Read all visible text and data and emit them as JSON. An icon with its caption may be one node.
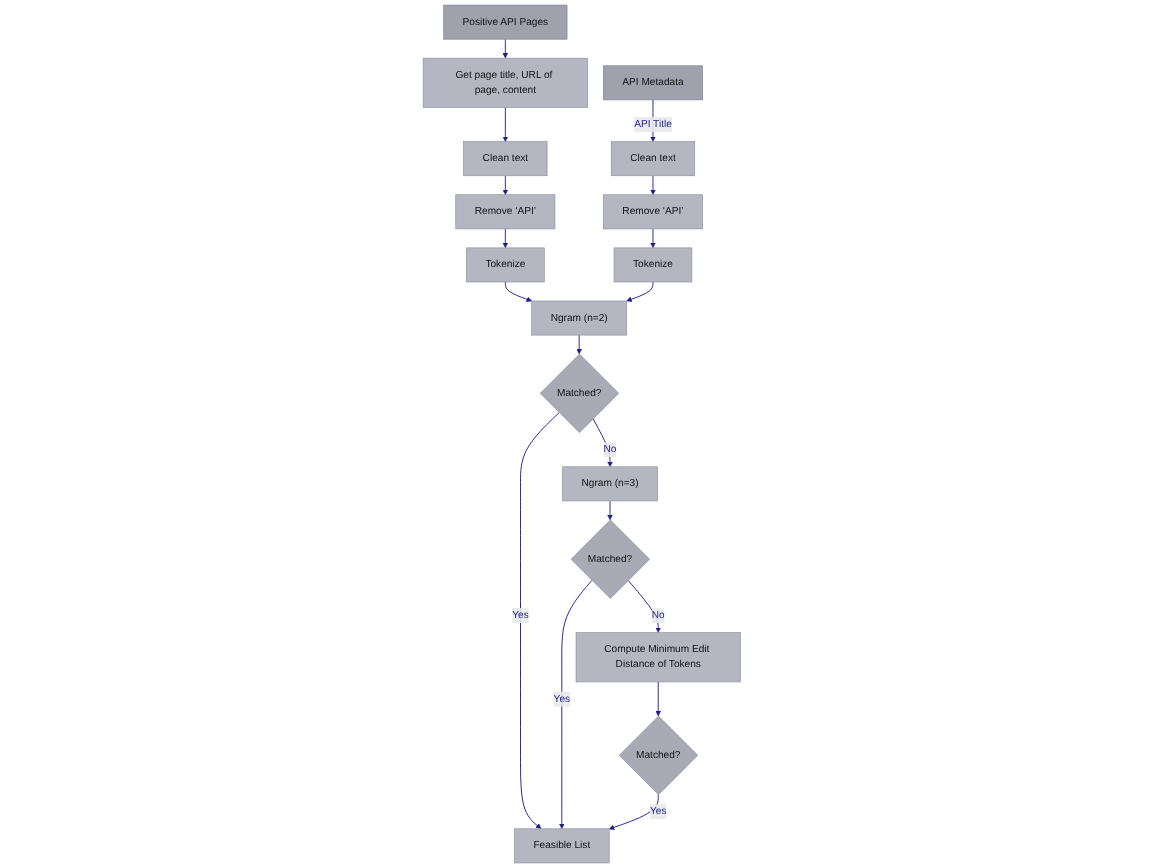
{
  "diagram": {
    "nodes": [
      {
        "text": [
          "Positive API Pages"
        ]
      },
      {
        "text": [
          "Get page title, URL of page, content"
        ]
      },
      {
        "text": [
          "Clean text"
        ]
      },
      {
        "text": [
          "Remove ‘API’"
        ]
      },
      {
        "text": [
          "Tokenize"
        ]
      },
      {
        "text": [
          "Feasible List"
        ]
      },
      {
        "text": [
          "Matched?"
        ]
      },
      {
        "text": [
          "Compute Minimum Edit Distance of Tokens"
        ]
      },
      {
        "text": [
          "API Metadata"
        ]
      },
      {
        "text": [
          "Clean text"
        ]
      },
      {
        "text": [
          "Remove ‘API’"
        ]
      },
      {
        "text": [
          "Tokenize"
        ]
      },
      {
        "text": [
          "Ngram (n=2)"
        ]
      },
      {
        "text": [
          "Matched?"
        ]
      },
      {
        "text": [
          "Ngram (n=3)"
        ]
      },
      {
        "text": [
          "Matched?"
        ]
      }
    ],
    "edges": [
      {
        "from": 0,
        "to": 1,
        "arrow": "to"
      },
      {
        "from": 1,
        "to": 2,
        "arrow": "to"
      },
      {
        "from": 2,
        "to": 3,
        "arrow": "to"
      },
      {
        "from": 3,
        "to": 4,
        "arrow": "to"
      },
      {
        "from": 4,
        "to": 12,
        "arrow": "to"
      },
      {
        "from": 8,
        "to": 9,
        "label": "API Title",
        "arrow": "to"
      },
      {
        "from": 9,
        "to": 10,
        "arrow": "to"
      },
      {
        "from": 10,
        "to": 11,
        "arrow": "to"
      },
      {
        "from": 11,
        "to": 12,
        "arrow": "to"
      },
      {
        "from": 12,
        "to": 13,
        "arrow": "to"
      },
      {
        "from": 13,
        "to": 5,
        "label": "Yes",
        "arrow": "to"
      },
      {
        "from": 13,
        "to": 14,
        "label": "No",
        "arrow": "to"
      },
      {
        "from": 14,
        "to": 15,
        "arrow": "to"
      },
      {
        "from": 15,
        "to": 5,
        "label": "Yes",
        "arrow": "to"
      },
      {
        "from": 15,
        "to": 7,
        "label": "No",
        "arrow": "to"
      },
      {
        "from": 7,
        "to": 6,
        "arrow": "to"
      },
      {
        "from": 6,
        "to": 5,
        "label": "Yes",
        "arrow": "to"
      }
    ]
  }
}
